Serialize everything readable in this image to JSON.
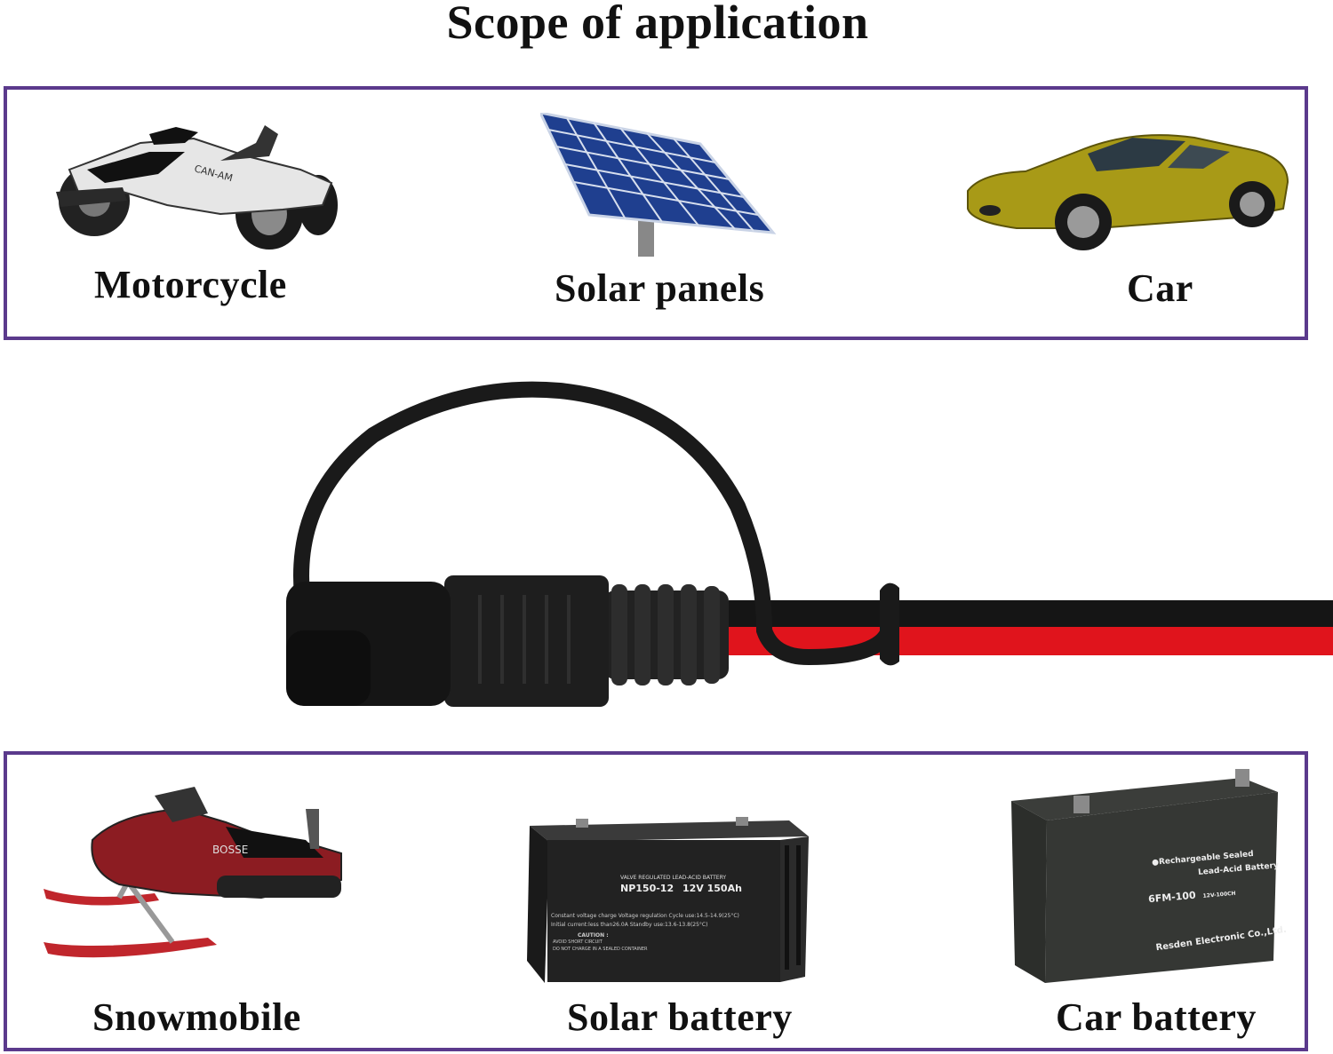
{
  "title": "Scope of application",
  "top_row": [
    {
      "label": "Motorcycle",
      "icon": "motorcycle-image"
    },
    {
      "label": "Solar panels",
      "icon": "solar-panel-image"
    },
    {
      "label": "Car",
      "icon": "car-image"
    }
  ],
  "bottom_row": [
    {
      "label": "Snowmobile",
      "icon": "snowmobile-image"
    },
    {
      "label": "Solar battery",
      "icon": "solar-battery-image"
    },
    {
      "label": "Car battery",
      "icon": "car-battery-image"
    }
  ],
  "solar_battery": {
    "header": "VALVE REGULATED LEAD-ACID BATTERY",
    "model": "NP150-12",
    "spec": "12V 150Ah",
    "line1": "Constant voltage charge Voltage regulation  Cycle use:14.5-14.9(25°C)",
    "line2": "Initial current:less than26.0A    Standby use:13.6-13.8(25°C)",
    "caution": "CAUTION :",
    "warn1": "AVOID SHORT CIRCUIT",
    "warn2": "DO NOT CHARGE IN A SEALED CONTAINER"
  },
  "car_battery": {
    "line1": "Rechargeable Sealed",
    "line2": "Lead-Acid Battery",
    "model": "6FM-100",
    "spec": "12V-100CH",
    "maker": "Resden Electronic Co.,Ltd."
  },
  "motorcycle_brand": "CAN-AM",
  "snowmobile_brand": "BOSSE",
  "colors": {
    "panel_border": "#5b3a8c",
    "cable_red": "#e0141c",
    "cable_black": "#151515",
    "car_body": "#a89a17"
  }
}
